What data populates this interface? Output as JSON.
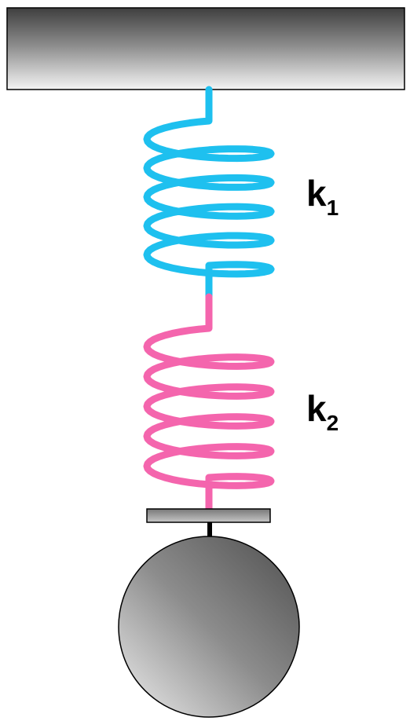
{
  "colors": {
    "spring1": "#1ec0ef",
    "spring2": "#f465ad",
    "outline": "#000000"
  },
  "labels": {
    "k1": {
      "letter": "k",
      "subscript": "1"
    },
    "k2": {
      "letter": "k",
      "subscript": "2"
    }
  }
}
